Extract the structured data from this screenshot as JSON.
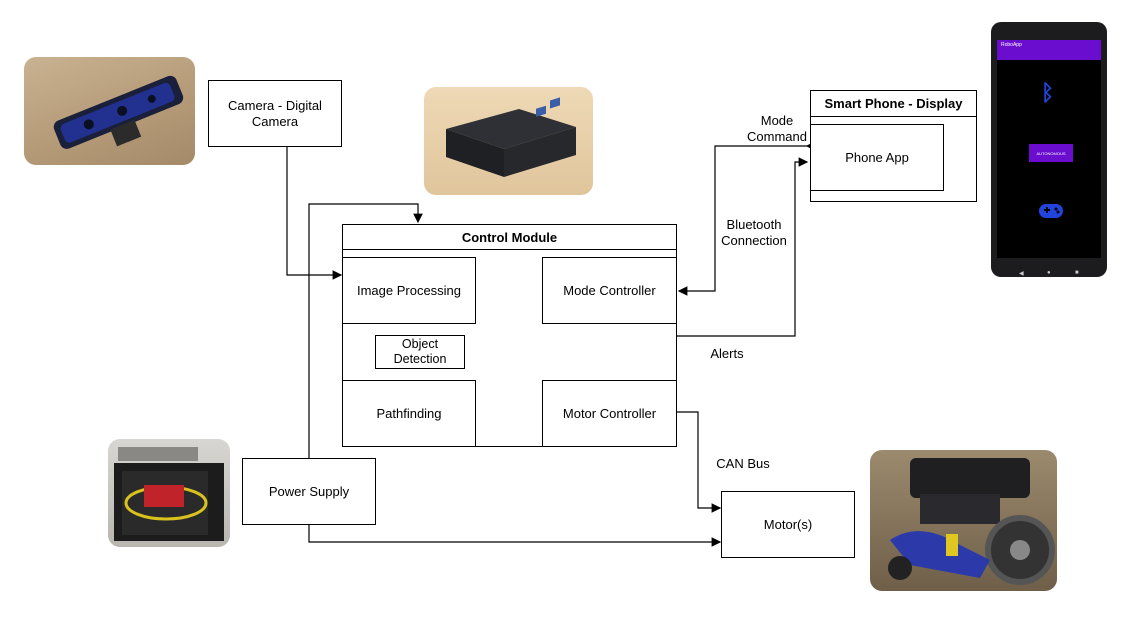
{
  "nodes": {
    "camera": "Camera - Digital Camera",
    "control_module": "Control Module",
    "image_processing": "Image Processing",
    "object_detection": "Object Detection",
    "pathfinding": "Pathfinding",
    "mode_controller": "Mode Controller",
    "motor_controller": "Motor Controller",
    "smart_phone": "Smart Phone - Display",
    "phone_app": "Phone App",
    "power_supply": "Power Supply",
    "motors": "Motor(s)"
  },
  "edge_labels": {
    "mode_command": "Mode Command",
    "bluetooth": "Bluetooth Connection",
    "alerts": "Alerts",
    "can_bus": "CAN Bus"
  },
  "phone_screen": {
    "app_name": "RoboApp",
    "button_label": "AUTONOMOUS",
    "colors": {
      "appbar": "#6a0dce",
      "button": "#6a0dce",
      "icon": "#2244dd"
    }
  },
  "photos": [
    "depth-camera",
    "mini-pc",
    "battery",
    "wheelchair"
  ]
}
